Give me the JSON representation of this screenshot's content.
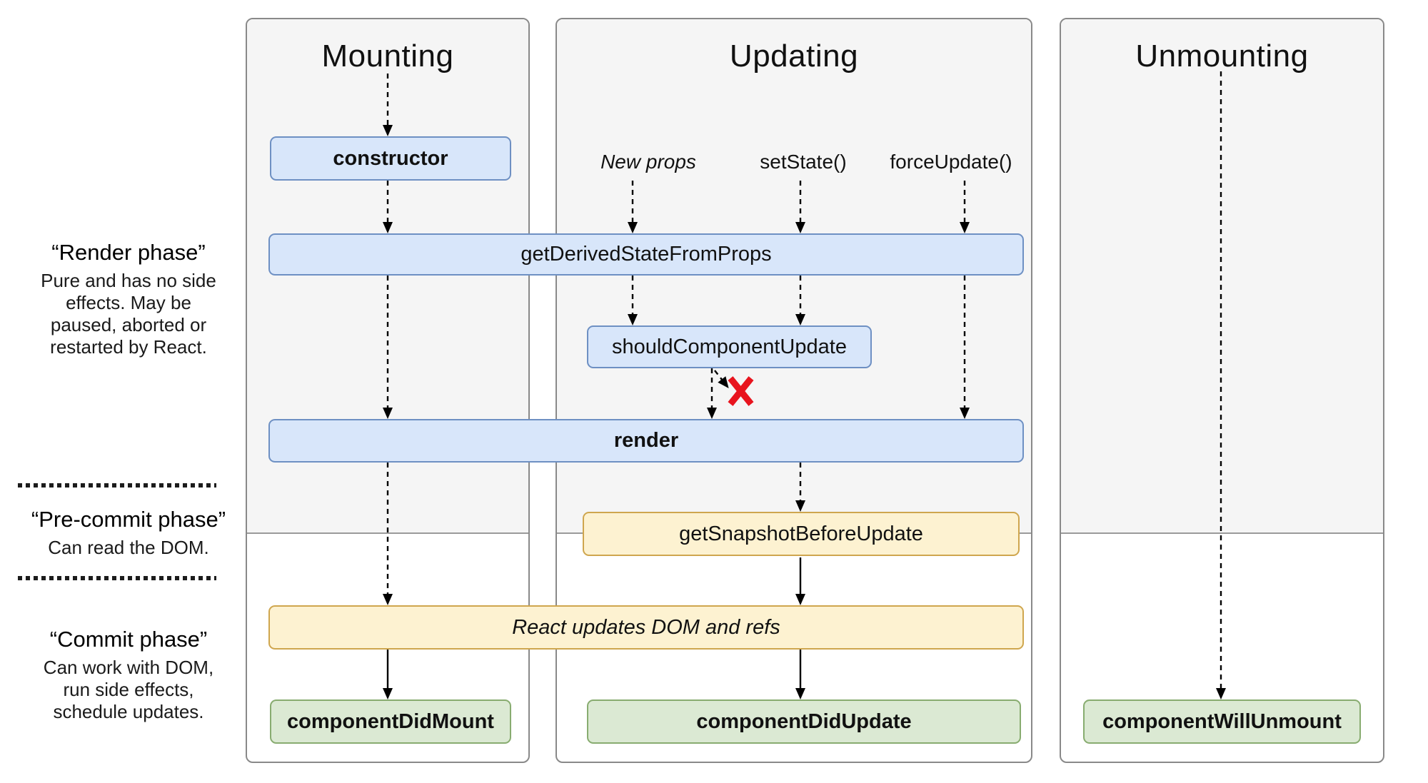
{
  "columns": [
    {
      "id": "mounting",
      "title": "Mounting"
    },
    {
      "id": "updating",
      "title": "Updating"
    },
    {
      "id": "unmounting",
      "title": "Unmounting"
    }
  ],
  "phase_notes": [
    {
      "title": "“Render phase”",
      "body": "Pure and has no side effects. May be paused, aborted or restarted by React."
    },
    {
      "title": "“Pre-commit phase”",
      "body": "Can read the DOM."
    },
    {
      "title": "“Commit phase”",
      "body": "Can work with DOM, run side effects, schedule updates."
    }
  ],
  "update_triggers": [
    {
      "label": "New props"
    },
    {
      "label": "setState()"
    },
    {
      "label": "forceUpdate()"
    }
  ],
  "methods": {
    "constructor": "constructor",
    "get_derived_state_from_props": "getDerivedStateFromProps",
    "should_component_update": "shouldComponentUpdate",
    "render": "render",
    "get_snapshot_before_update": "getSnapshotBeforeUpdate",
    "react_updates_dom": "React updates DOM and refs",
    "component_did_mount": "componentDidMount",
    "component_did_update": "componentDidUpdate",
    "component_will_unmount": "componentWillUnmount"
  },
  "icons": {
    "skip_render_mark": "red-x"
  },
  "colors": {
    "lifecycle_box_fill": "#d8e6fa",
    "lifecycle_box_border": "#6e90c3",
    "commit_box_fill": "#fdf2d1",
    "commit_box_border": "#cfa64e",
    "done_box_fill": "#dbe9d3",
    "done_box_border": "#88ac70",
    "phase_bg": "#f5f5f5",
    "skip_mark": "#e8141e"
  }
}
